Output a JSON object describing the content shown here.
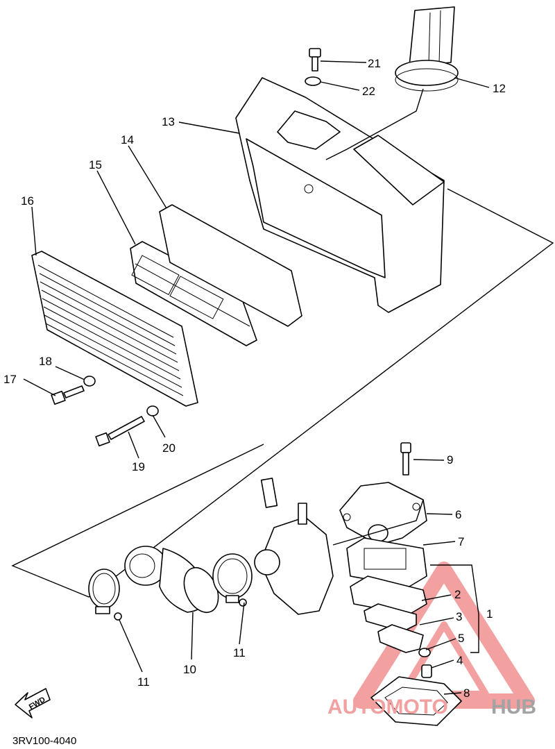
{
  "callouts": {
    "c1": "1",
    "c2": "2",
    "c3": "3",
    "c4": "4",
    "c5": "5",
    "c6": "6",
    "c7": "7",
    "c8": "8",
    "c9": "9",
    "c10": "10",
    "c11a": "11",
    "c11b": "11",
    "c12": "12",
    "c13": "13",
    "c14": "14",
    "c15": "15",
    "c16": "16",
    "c17": "17",
    "c18": "18",
    "c19": "19",
    "c20": "20",
    "c21": "21",
    "c22": "22"
  },
  "diagram_code": "3RV100-4040",
  "fwd_label": "FWD",
  "watermark": {
    "part1": "AUTOMOTO",
    "part2": "HUB",
    "color_red": "#f2a0a0",
    "color_gray": "#a3a3a3"
  }
}
